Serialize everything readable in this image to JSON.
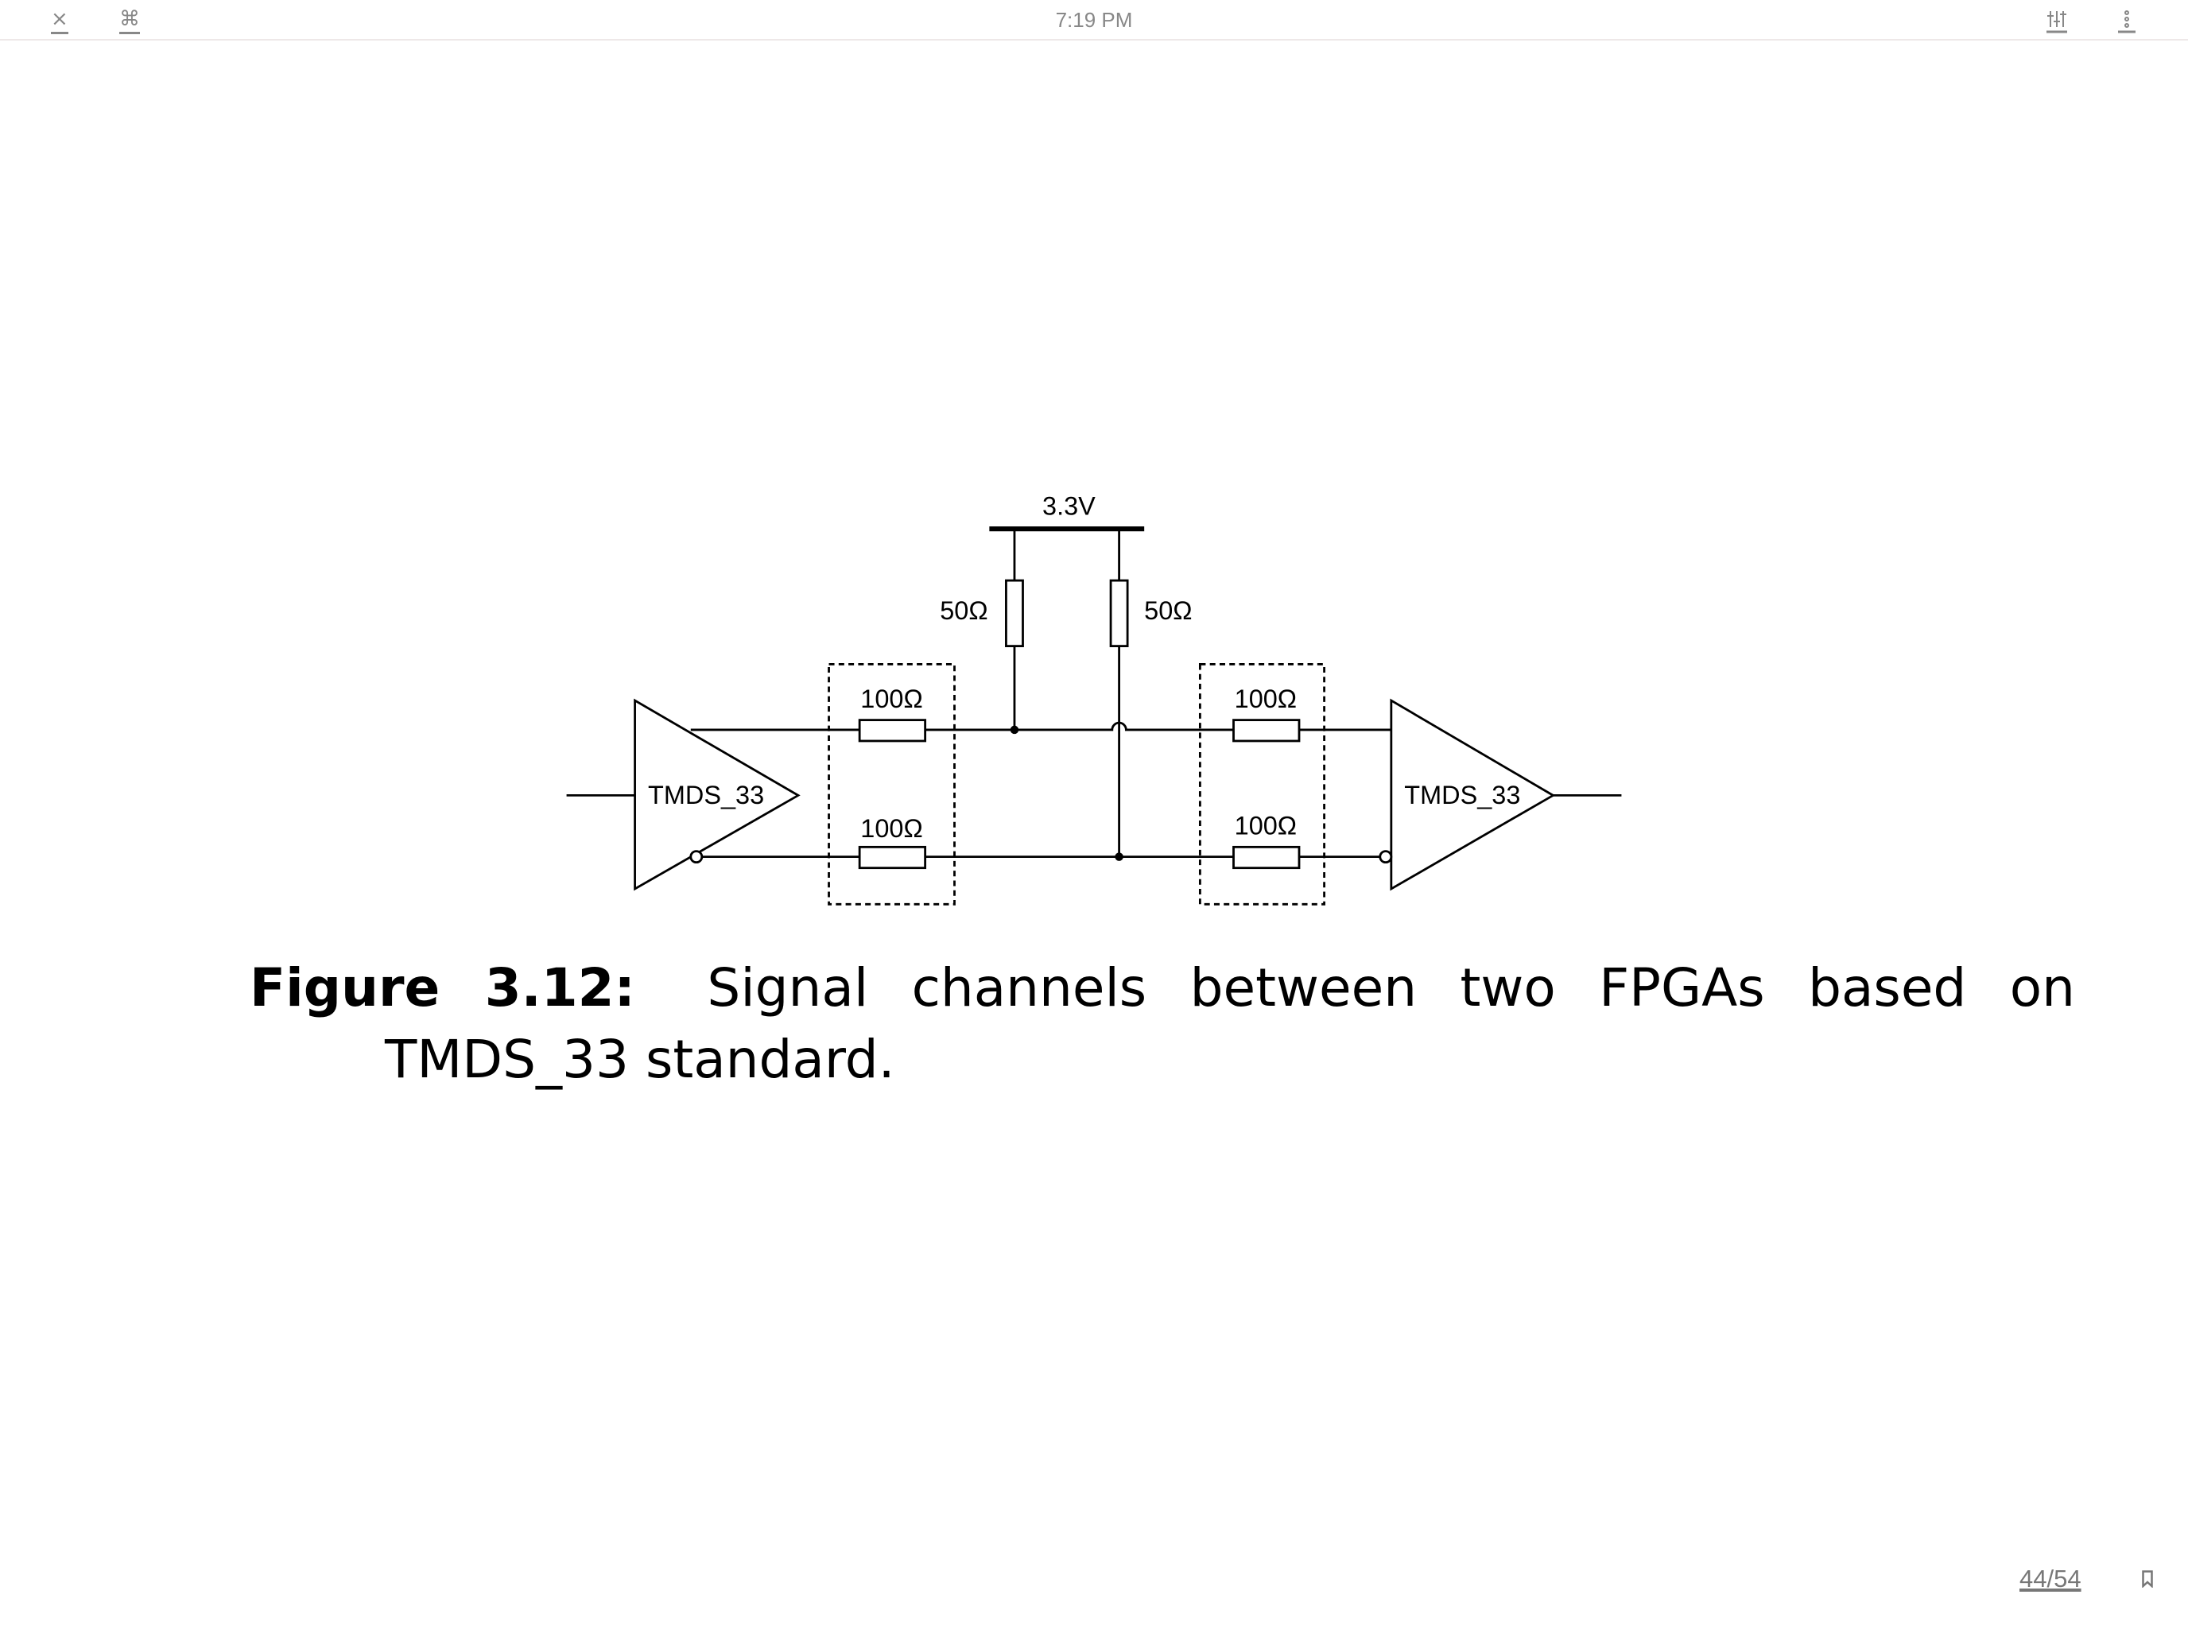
{
  "topbar": {
    "close_icon": "close-icon",
    "command_icon": "command-icon",
    "close_glyph": "×",
    "command_glyph": "⌘",
    "time": "7:19 PM",
    "settings_icon": "sliders-icon",
    "more_icon": "more-vertical-icon"
  },
  "diagram": {
    "supply_label": "3.3V",
    "pullup_left_label": "50Ω",
    "pullup_right_label": "50Ω",
    "left_top_resistor": "100Ω",
    "left_bottom_resistor": "100Ω",
    "right_top_resistor": "100Ω",
    "right_bottom_resistor": "100Ω",
    "driver_label": "TMDS_33",
    "receiver_label": "TMDS_33"
  },
  "caption": {
    "label": "Figure 3.12:",
    "text": "Signal channels between two FPGAs based on TMDS_33 standard."
  },
  "footer": {
    "page_indicator": "44/54",
    "bookmark_icon": "bookmark-icon"
  }
}
